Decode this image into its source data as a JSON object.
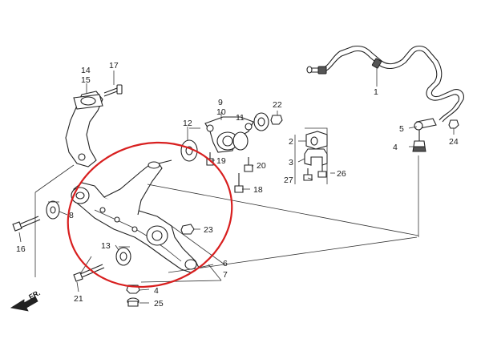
{
  "diagram": {
    "callouts": [
      {
        "id": "c1",
        "text": "1"
      },
      {
        "id": "c2",
        "text": "2"
      },
      {
        "id": "c3",
        "text": "3"
      },
      {
        "id": "c4a",
        "text": "4"
      },
      {
        "id": "c4b",
        "text": "4"
      },
      {
        "id": "c5",
        "text": "5"
      },
      {
        "id": "c6",
        "text": "6"
      },
      {
        "id": "c7",
        "text": "7"
      },
      {
        "id": "c8",
        "text": "8"
      },
      {
        "id": "c9",
        "text": "9"
      },
      {
        "id": "c10",
        "text": "10"
      },
      {
        "id": "c11",
        "text": "11"
      },
      {
        "id": "c12",
        "text": "12"
      },
      {
        "id": "c13",
        "text": "13"
      },
      {
        "id": "c14",
        "text": "14"
      },
      {
        "id": "c15",
        "text": "15"
      },
      {
        "id": "c16",
        "text": "16"
      },
      {
        "id": "c17",
        "text": "17"
      },
      {
        "id": "c18",
        "text": "18"
      },
      {
        "id": "c19",
        "text": "19"
      },
      {
        "id": "c20",
        "text": "20"
      },
      {
        "id": "c21",
        "text": "21"
      },
      {
        "id": "c22",
        "text": "22"
      },
      {
        "id": "c23",
        "text": "23"
      },
      {
        "id": "c24",
        "text": "24"
      },
      {
        "id": "c25",
        "text": "25"
      },
      {
        "id": "c26",
        "text": "26"
      },
      {
        "id": "c27",
        "text": "27"
      }
    ],
    "front_indicator": "FR.",
    "highlight_color": "#d81f1f"
  }
}
